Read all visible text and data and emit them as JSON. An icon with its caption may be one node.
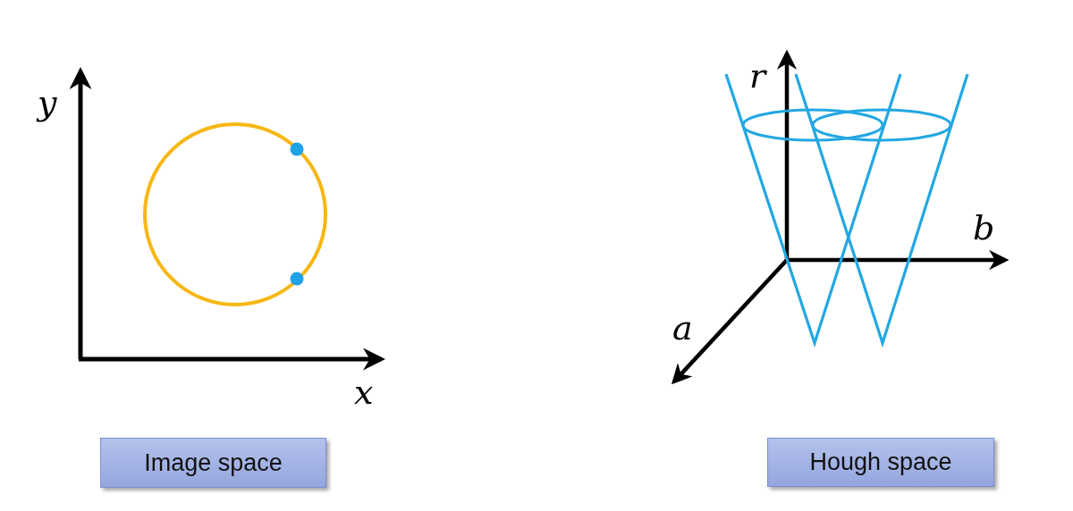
{
  "diagram": {
    "nodes": [
      {
        "text": [
          "Image space"
        ]
      },
      {
        "text": [
          "Hough space"
        ]
      }
    ],
    "edges": [],
    "labels": [
      "y",
      "x",
      "r",
      "b",
      "a"
    ]
  }
}
